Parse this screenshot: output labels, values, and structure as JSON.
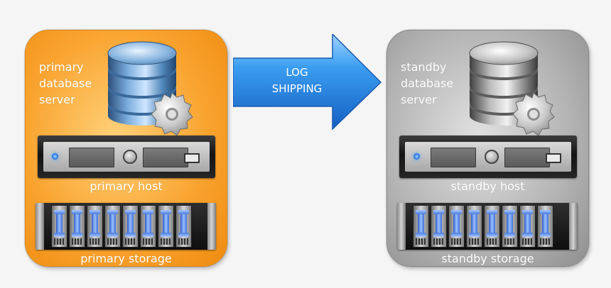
{
  "arrow": {
    "line1": "LOG",
    "line2": "SHIPPING"
  },
  "primary": {
    "server_label": [
      "primary",
      "database",
      "server"
    ],
    "host_label": "primary host",
    "storage_label": "primary storage"
  },
  "standby": {
    "server_label": [
      "standby",
      "database",
      "server"
    ],
    "host_label": "standby host",
    "storage_label": "standby storage"
  },
  "colors": {
    "primary_panel": "#f9a22d",
    "standby_panel": "#b3b3b3",
    "arrow_blue": "#1f7fdc",
    "db_blue": "#4f86b8",
    "db_silver": "#a9a9a9"
  },
  "icons": [
    "database-icon",
    "gear-icon",
    "server-rack-icon",
    "storage-array-icon",
    "arrow-icon"
  ]
}
